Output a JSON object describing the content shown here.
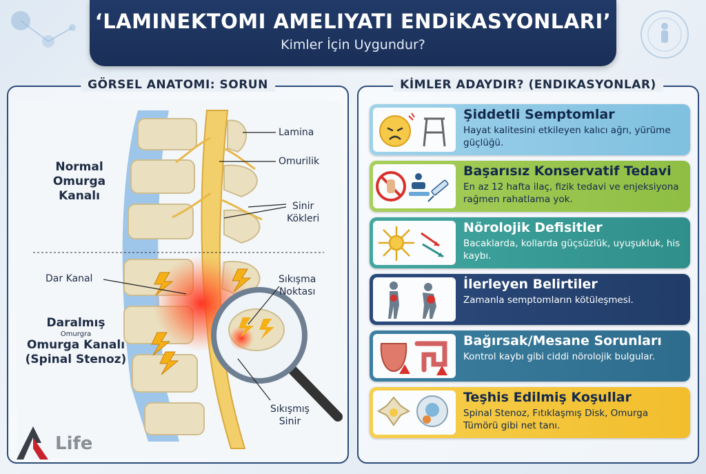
{
  "header": {
    "title": "‘LAMINEKTOMI AMELIYATI ENDiKASYONLARI’",
    "subtitle": "Kimler İçin Uygundur?"
  },
  "left_panel": {
    "title": "GÖRSEL ANATOMI: SORUN",
    "labels": {
      "normal": "Normal\nOmurga\nKanalı",
      "lamina": "Lamina",
      "omurilik": "Omurilik",
      "sinir_kokleri": "Sinir\nKökleri",
      "dar_kanal": "Dar Kanal",
      "sikisma_noktasi": "Sıkışma\nNoktası",
      "daralmis": "Daralmış",
      "daralmis_sub": "Omurgra",
      "omurga_kanali": "Omurga Kanalı\n(Spinal Stenoz)",
      "sikismis_sinir": "Sıkışmış\nSinir"
    },
    "logo_text": "Life"
  },
  "right_panel": {
    "title": "KİMLER ADAYDIR? (ENDIKASYONLAR)",
    "cards": [
      {
        "title": "Şiddetli Semptomlar",
        "desc": "Hayat kalitesini etkileyen kalıcı ağrı, yürüme güçlüğü."
      },
      {
        "title": "Başarısız Konservatif Tedavi",
        "desc": "En az 12 hafta ilaç, fizik tedavi ve enjeksiyona rağmen rahatlama yok."
      },
      {
        "title": "Nörolojik Defisitler",
        "desc": "Bacaklarda, kollarda güçsüzlük, uyuşukluk, his kaybı."
      },
      {
        "title": "İlerleyen Belirtiler",
        "desc": "Zamanla semptomların kötüleşmesi."
      },
      {
        "title": "Bağırsak/Mesane Sorunları",
        "desc": "Kontrol kaybı gibi ciddi nörolojik bulgular."
      },
      {
        "title": "Teşhis Edilmiş Koşullar",
        "desc": "Spinal Stenoz, Fıtıklaşmış Disk, Omurga Tümörü gibi net tanı."
      }
    ]
  },
  "colors": {
    "navy": "#1a2f57",
    "card1": "#8fc8e4",
    "card2": "#9cc74f",
    "card3": "#3a9c96",
    "card4": "#253f6e",
    "card5": "#357596",
    "card6": "#f4c73a"
  },
  "icons": [
    "pain-face-icon",
    "walker-icon",
    "no-hand-icon",
    "therapy-icon",
    "syringe-icon",
    "neuron-icon",
    "arrows-icon",
    "back-pain-person-icon",
    "intestine-icon",
    "bladder-icon",
    "warning-icon",
    "vertebra-icon",
    "disc-icon"
  ]
}
